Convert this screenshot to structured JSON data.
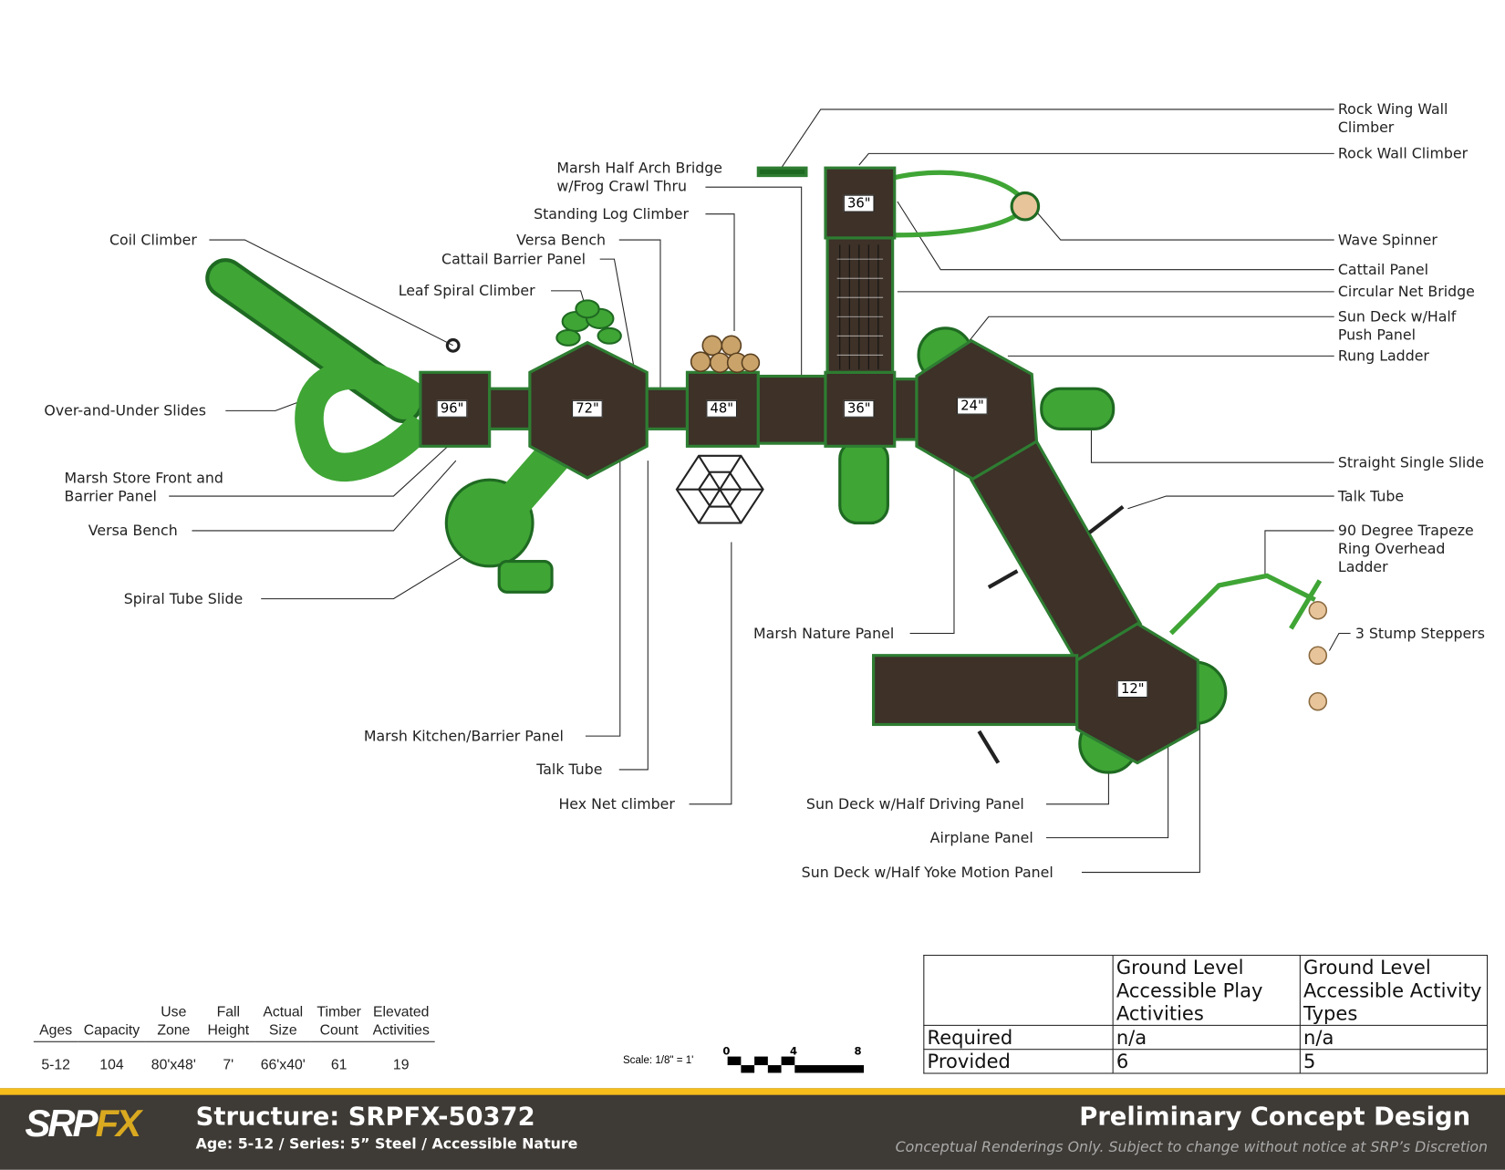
{
  "colors": {
    "deck": "#3d3128",
    "frame": "#2e7d32",
    "slide": "#3fa535",
    "slide_dark": "#1f6a22",
    "stump": "#e8c49a",
    "accent": "#f6bd1b",
    "footer": "#3e3a35"
  },
  "decks": [
    "96\"",
    "72\"",
    "48\"",
    "36\"",
    "36\"",
    "24\"",
    "12\""
  ],
  "callouts": {
    "rock_wing": "Rock Wing Wall\nClimber",
    "rock_wall": "Rock Wall Climber",
    "wave_spinner": "Wave Spinner",
    "cattail_panel": "Cattail Panel",
    "circular_net": "Circular Net Bridge",
    "sun_deck_push": "Sun Deck w/Half\nPush Panel",
    "rung_ladder": "Rung Ladder",
    "straight_slide": "Straight Single Slide",
    "talk_tube_r": "Talk Tube",
    "trapeze": "90 Degree Trapeze\nRing Overhead\nLadder",
    "stump": "3 Stump Steppers",
    "coil": "Coil Climber",
    "over_under": "Over-and-Under Slides",
    "store_front": "Marsh Store Front and\nBarrier Panel",
    "versa_bench_l": "Versa Bench",
    "spiral": "Spiral Tube Slide",
    "leaf": "Leaf Spiral Climber",
    "cattail_barrier": "Cattail Barrier Panel",
    "versa_bench_t": "Versa Bench",
    "standing_log": "Standing Log Climber",
    "half_arch": "Marsh Half Arch Bridge\nw/Frog Crawl Thru",
    "kitchen": "Marsh Kitchen/Barrier Panel",
    "talk_tube_b": "Talk Tube",
    "hex_net": "Hex Net climber",
    "nature": "Marsh Nature Panel",
    "driving": "Sun Deck w/Half Driving Panel",
    "airplane": "Airplane Panel",
    "yoke": "Sun Deck w/Half Yoke Motion Panel"
  },
  "stats": {
    "headers": [
      "Ages",
      "Capacity",
      "Use\nZone",
      "Fall\nHeight",
      "Actual\nSize",
      "Timber\nCount",
      "Elevated\nActivities"
    ],
    "values": [
      "5-12",
      "104",
      "80'x48'",
      "7'",
      "66'x40'",
      "61",
      "19"
    ]
  },
  "scale": {
    "label": "Scale: 1/8\" = 1'",
    "ticks": [
      "0",
      "4",
      "8"
    ]
  },
  "accessibility": {
    "col1": "Ground Level\nAccessible Play\nActivities",
    "col2": "Ground Level\nAccessible Activity\nTypes",
    "rows": [
      {
        "label": "Required",
        "v1": "n/a",
        "v2": "n/a"
      },
      {
        "label": "Provided",
        "v1": "6",
        "v2": "5"
      }
    ]
  },
  "footer": {
    "logo_a": "SRP",
    "logo_b": "FX",
    "title": "Structure: SRPFX-50372",
    "subtitle": "Age: 5-12 / Series: 5” Steel / Accessible Nature",
    "right_title": "Preliminary Concept Design",
    "note": "Conceptual Renderings Only. Subject to change without notice at SRP’s Discretion"
  }
}
